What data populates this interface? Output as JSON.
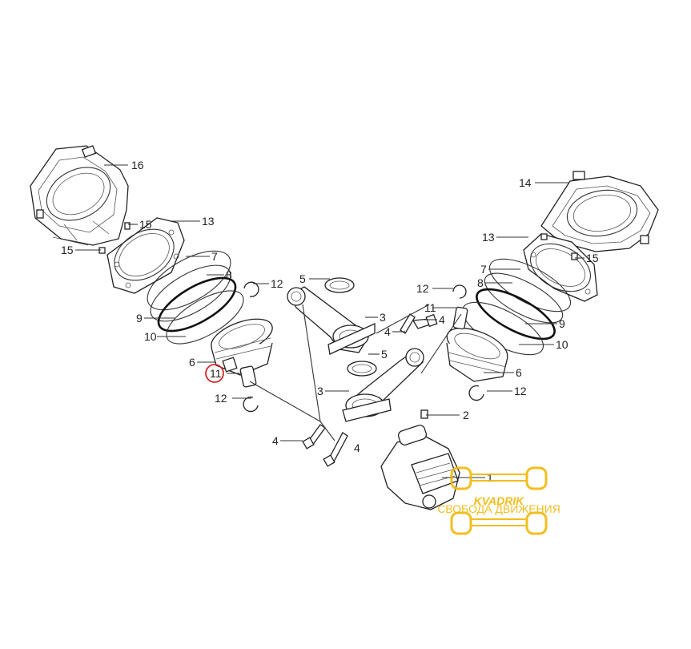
{
  "callouts": {
    "c16": "16",
    "c15a": "15",
    "c13a": "13",
    "c15b": "15",
    "c7a": "7",
    "c8a": "8",
    "c12a": "12",
    "c9a": "9",
    "c10a": "10",
    "c6a": "6",
    "c11": "11",
    "c12b": "12",
    "c4a": "4",
    "c4b": "4",
    "c5a": "5",
    "c3a": "3",
    "c4c": "4",
    "c4d": "4",
    "c5b": "5",
    "c3b": "3",
    "c2": "2",
    "c1": "1",
    "c14": "14",
    "c13b": "13",
    "c15c": "15",
    "c7b": "7",
    "c8b": "8",
    "c12c": "12",
    "c11b": "11",
    "c9b": "9",
    "c10b": "10",
    "c6b": "6",
    "c12d": "12"
  },
  "highlight": {
    "label": "11",
    "color": "#d62828"
  },
  "watermark": {
    "brand": "KVADRIK",
    "tagline": "СВОБОДА ДВИЖЕНИЯ",
    "color": "#f2b705"
  }
}
